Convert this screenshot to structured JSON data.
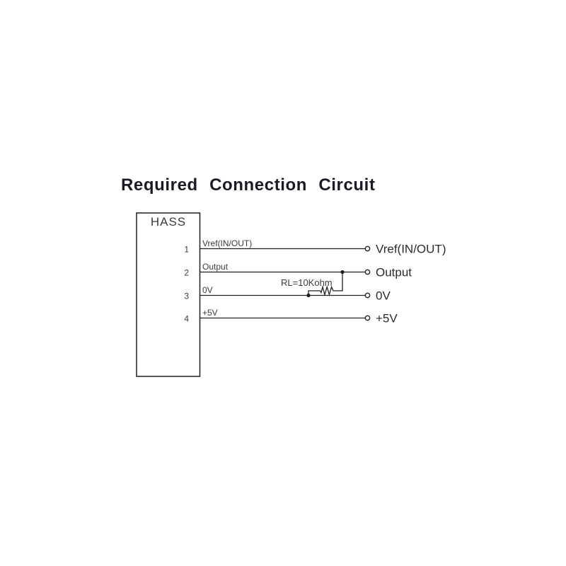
{
  "title": "Required Connection Circuit",
  "component": {
    "label": "HASS"
  },
  "pins": [
    {
      "number": "1",
      "label": "Vref(IN/OUT)",
      "terminal": "Vref(IN/OUT)"
    },
    {
      "number": "2",
      "label": "Output",
      "terminal": "Output"
    },
    {
      "number": "3",
      "label": "0V",
      "terminal": "0V"
    },
    {
      "number": "4",
      "label": "+5V",
      "terminal": "+5V"
    }
  ],
  "resistor": {
    "label": "RL=10Kohm"
  },
  "colors": {
    "background": "#ffffff",
    "line": "#1f1f1f",
    "title_text": "#1b1b24",
    "label_text": "#3a3a3a"
  }
}
